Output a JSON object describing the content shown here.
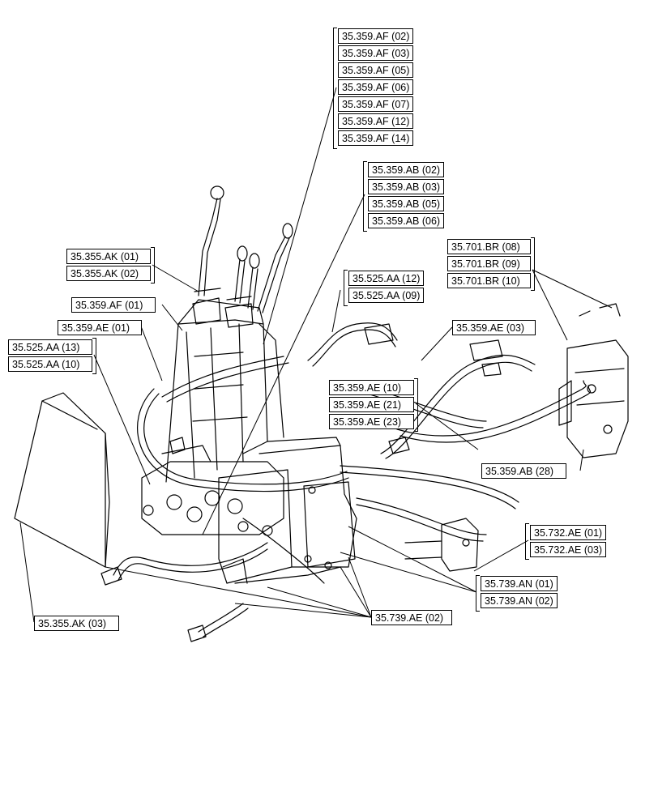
{
  "callouts": {
    "af_group": [
      "35.359.AF (02)",
      "35.359.AF (03)",
      "35.359.AF (05)",
      "35.359.AF (06)",
      "35.359.AF (07)",
      "35.359.AF (12)",
      "35.359.AF (14)"
    ],
    "ab_group": [
      "35.359.AB (02)",
      "35.359.AB (03)",
      "35.359.AB (05)",
      "35.359.AB (06)"
    ],
    "ak_group": [
      "35.355.AK (01)",
      "35.355.AK (02)"
    ],
    "aa_group_right": [
      "35.525.AA (12)",
      "35.525.AA (09)"
    ],
    "br_group": [
      "35.701.BR (08)",
      "35.701.BR (09)",
      "35.701.BR (10)"
    ],
    "af_01": "35.359.AF (01)",
    "ae_01": "35.359.AE (01)",
    "ae_03": "35.359.AE (03)",
    "aa_group_left": [
      "35.525.AA (13)",
      "35.525.AA (10)"
    ],
    "ae_group": [
      "35.359.AE (10)",
      "35.359.AE (21)",
      "35.359.AE (23)"
    ],
    "ab_28": "35.359.AB (28)",
    "ae_732_group": [
      "35.732.AE (01)",
      "35.732.AE (03)"
    ],
    "an_group": [
      "35.739.AN (01)",
      "35.739.AN (02)"
    ],
    "ak_03": "35.355.AK (03)",
    "ae_739_02": "35.739.AE (02)"
  }
}
